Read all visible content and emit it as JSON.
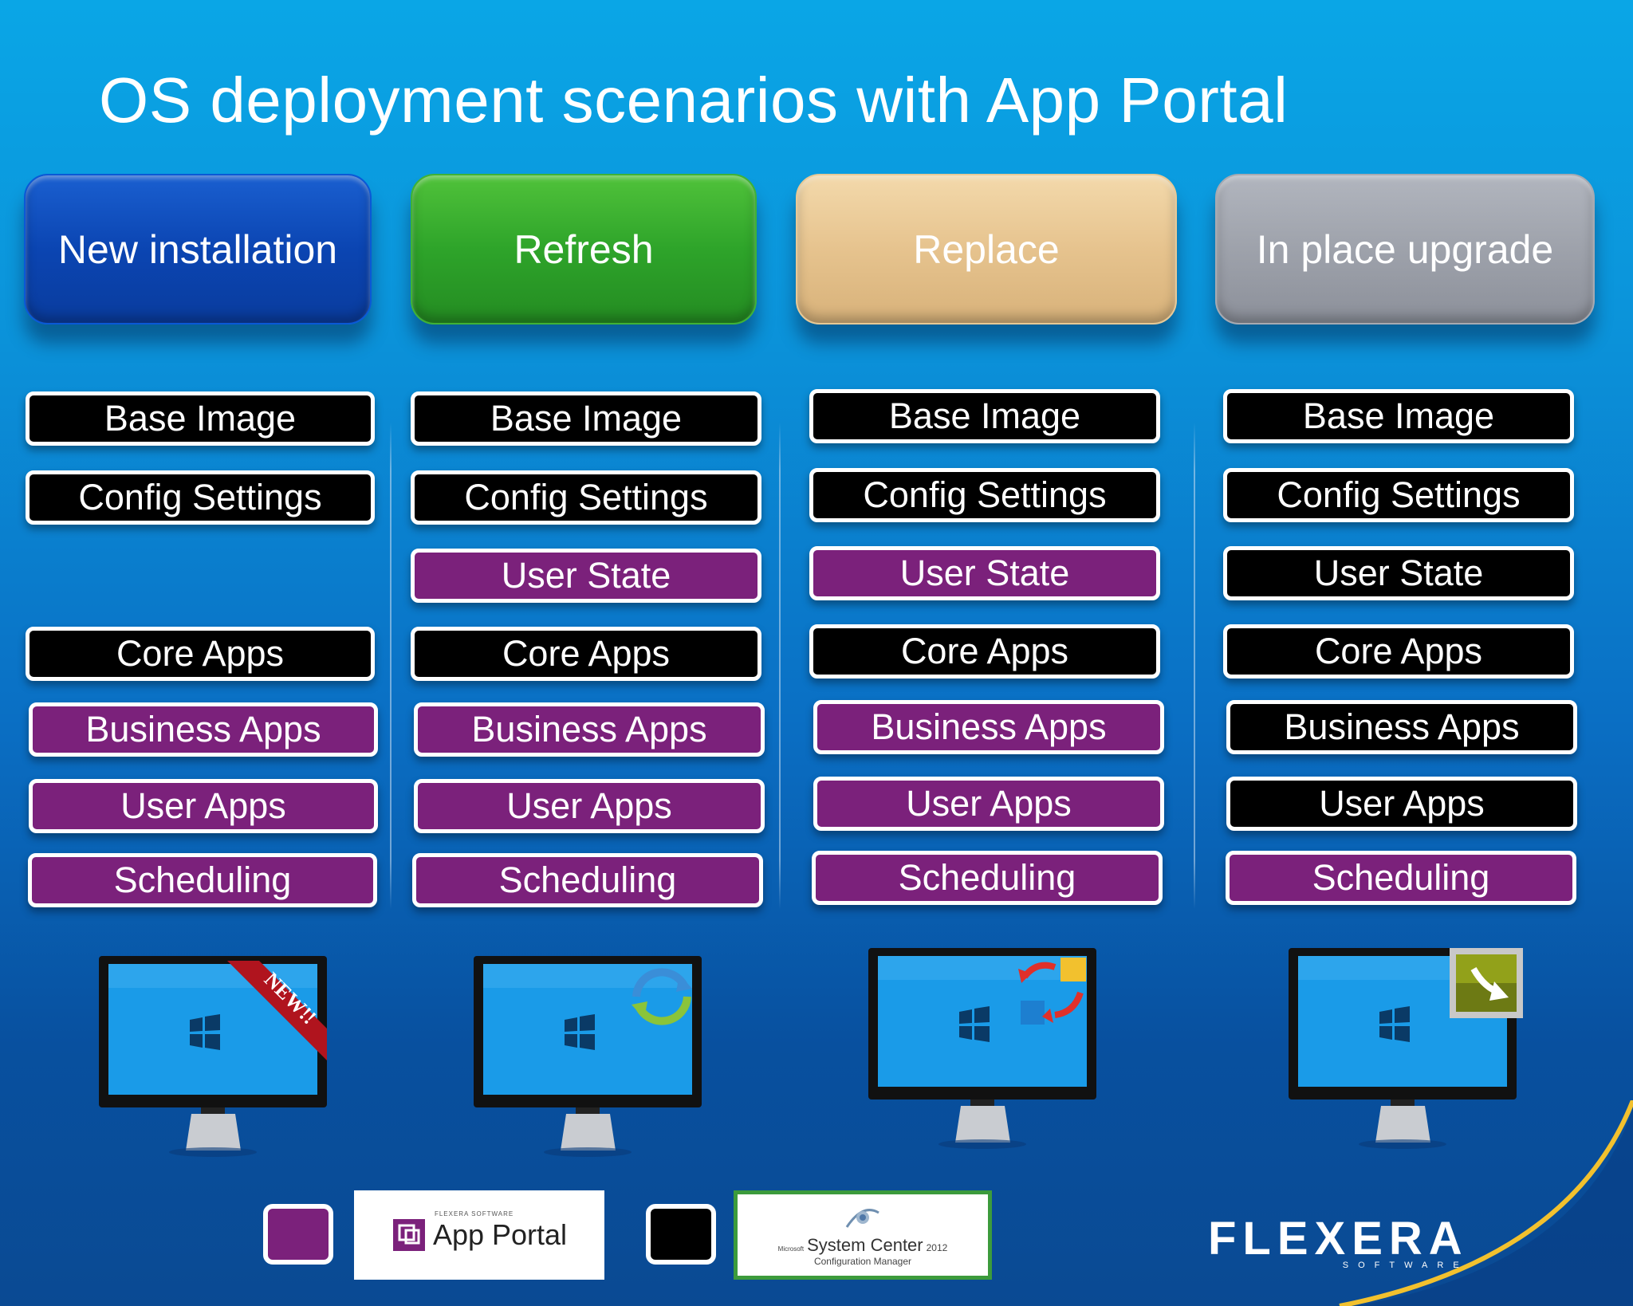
{
  "title": "OS deployment scenarios with App Portal",
  "colors": {
    "app_portal": "#7b217b",
    "system_center": "#000000"
  },
  "scenarios": [
    {
      "header": "New installation",
      "items": [
        {
          "label": "Base Image",
          "managed_by": "system_center"
        },
        {
          "label": "Config Settings",
          "managed_by": "system_center"
        },
        {
          "label": "Core Apps",
          "managed_by": "system_center"
        },
        {
          "label": "Business Apps",
          "managed_by": "app_portal"
        },
        {
          "label": "User Apps",
          "managed_by": "app_portal"
        },
        {
          "label": "Scheduling",
          "managed_by": "app_portal"
        }
      ],
      "badge_text": "NEW!!",
      "monitor_icon": "new-ribbon-icon"
    },
    {
      "header": "Refresh",
      "items": [
        {
          "label": "Base Image",
          "managed_by": "system_center"
        },
        {
          "label": "Config Settings",
          "managed_by": "system_center"
        },
        {
          "label": "User State",
          "managed_by": "app_portal"
        },
        {
          "label": "Core Apps",
          "managed_by": "system_center"
        },
        {
          "label": "Business Apps",
          "managed_by": "app_portal"
        },
        {
          "label": "User Apps",
          "managed_by": "app_portal"
        },
        {
          "label": "Scheduling",
          "managed_by": "app_portal"
        }
      ],
      "monitor_icon": "refresh-arrows-icon"
    },
    {
      "header": "Replace",
      "items": [
        {
          "label": "Base Image",
          "managed_by": "system_center"
        },
        {
          "label": "Config Settings",
          "managed_by": "system_center"
        },
        {
          "label": "User State",
          "managed_by": "app_portal"
        },
        {
          "label": "Core Apps",
          "managed_by": "system_center"
        },
        {
          "label": "Business Apps",
          "managed_by": "app_portal"
        },
        {
          "label": "User Apps",
          "managed_by": "app_portal"
        },
        {
          "label": "Scheduling",
          "managed_by": "app_portal"
        }
      ],
      "monitor_icon": "swap-arrows-icon"
    },
    {
      "header": "In place upgrade",
      "items": [
        {
          "label": "Base Image",
          "managed_by": "system_center"
        },
        {
          "label": "Config Settings",
          "managed_by": "system_center"
        },
        {
          "label": "User State",
          "managed_by": "system_center"
        },
        {
          "label": "Core Apps",
          "managed_by": "system_center"
        },
        {
          "label": "Business Apps",
          "managed_by": "system_center"
        },
        {
          "label": "User Apps",
          "managed_by": "system_center"
        },
        {
          "label": "Scheduling",
          "managed_by": "app_portal"
        }
      ],
      "monitor_icon": "upgrade-arrow-icon"
    }
  ],
  "legend": {
    "app_portal": {
      "vendor": "FLEXERA SOFTWARE",
      "product": "App Portal"
    },
    "system_center": {
      "vendor": "Microsoft",
      "product": "System Center",
      "version": "2012",
      "subtitle": "Configuration Manager"
    }
  },
  "brand": {
    "name": "FLEXERA",
    "sub": "SOFTWARE"
  }
}
